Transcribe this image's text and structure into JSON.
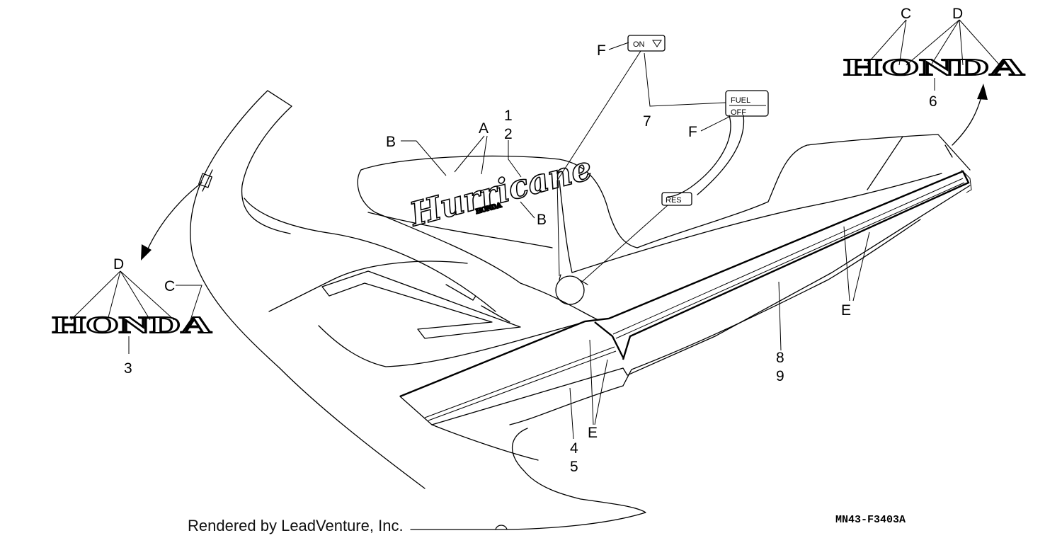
{
  "callouts": {
    "n1": "1",
    "n2": "2",
    "n3": "3",
    "n4": "4",
    "n5": "5",
    "n6": "6",
    "n7": "7",
    "n8": "8",
    "n9": "9",
    "a": "A",
    "b_left": "B",
    "b_right": "B",
    "c_left": "C",
    "c_right": "C",
    "d_left": "D",
    "d_right": "D",
    "e_mid": "E",
    "e_right": "E",
    "f_top": "F",
    "f_mid": "F"
  },
  "decals": {
    "honda_left": "HONDA",
    "honda_right": "HONDA",
    "hurricane_script": "Hurricane",
    "hurricane_sub": "HONDA",
    "fuel_on": "ON",
    "fuel_fuel": "FUEL",
    "fuel_off": "OFF",
    "fuel_res": "RES"
  },
  "footer": {
    "credit": "Rendered by LeadVenture, Inc.",
    "diagram_code": "MN43-F3403A"
  }
}
